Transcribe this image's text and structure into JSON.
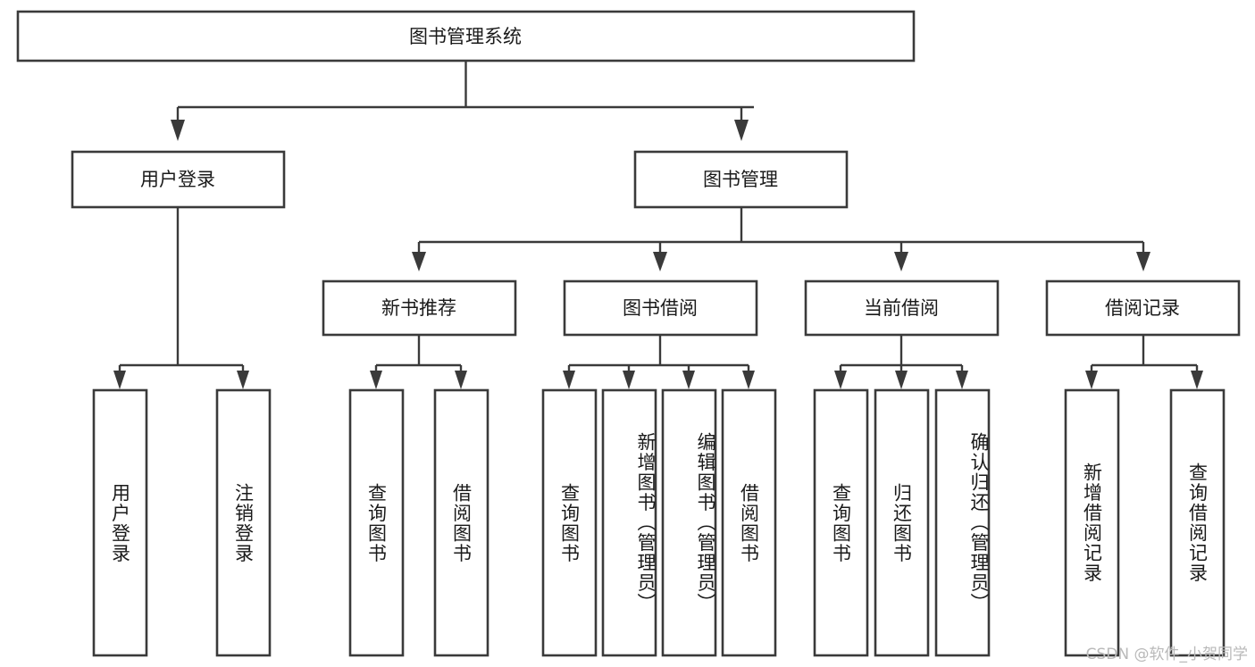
{
  "diagram": {
    "title": "图书管理系统",
    "type": "tree",
    "watermark": "CSDN @软件_小贺同学",
    "colors": {
      "box_stroke": "#3a3a3a",
      "box_fill": "#ffffff",
      "text": "#1a1a1a",
      "background": "#ffffff",
      "watermark": "#b9b9b9"
    },
    "root": {
      "id": "root",
      "label": "图书管理系统",
      "orientation": "horizontal"
    },
    "level2": [
      {
        "id": "user-login",
        "label": "用户登录",
        "orientation": "horizontal"
      },
      {
        "id": "book-manage",
        "label": "图书管理",
        "orientation": "horizontal"
      }
    ],
    "level3": [
      {
        "id": "new-book-recommend",
        "label": "新书推荐",
        "orientation": "horizontal",
        "parent": "book-manage"
      },
      {
        "id": "book-borrow",
        "label": "图书借阅",
        "orientation": "horizontal",
        "parent": "book-manage"
      },
      {
        "id": "current-borrow",
        "label": "当前借阅",
        "orientation": "horizontal",
        "parent": "book-manage"
      },
      {
        "id": "borrow-record",
        "label": "借阅记录",
        "orientation": "horizontal",
        "parent": "book-manage"
      }
    ],
    "leaves": [
      {
        "id": "leaf-user-login",
        "label": "用户登录",
        "orientation": "vertical",
        "parent": "user-login"
      },
      {
        "id": "leaf-logout",
        "label": "注销登录",
        "orientation": "vertical",
        "parent": "user-login"
      },
      {
        "id": "leaf-query-book-1",
        "label": "查询图书",
        "orientation": "vertical",
        "parent": "new-book-recommend"
      },
      {
        "id": "leaf-borrow-book-1",
        "label": "借阅图书",
        "orientation": "vertical",
        "parent": "new-book-recommend"
      },
      {
        "id": "leaf-query-book-2",
        "label": "查询图书",
        "orientation": "vertical",
        "parent": "book-borrow"
      },
      {
        "id": "leaf-add-book",
        "label": "新增图书（管理员）",
        "orientation": "vertical",
        "parent": "book-borrow"
      },
      {
        "id": "leaf-edit-book",
        "label": "编辑图书（管理员）",
        "orientation": "vertical",
        "parent": "book-borrow"
      },
      {
        "id": "leaf-borrow-book-2",
        "label": "借阅图书",
        "orientation": "vertical",
        "parent": "book-borrow"
      },
      {
        "id": "leaf-query-book-3",
        "label": "查询图书",
        "orientation": "vertical",
        "parent": "current-borrow"
      },
      {
        "id": "leaf-return-book",
        "label": "归还图书",
        "orientation": "vertical",
        "parent": "current-borrow"
      },
      {
        "id": "leaf-confirm-return",
        "label": "确认归还（管理员）",
        "orientation": "vertical",
        "parent": "current-borrow"
      },
      {
        "id": "leaf-add-record",
        "label": "新增借阅记录",
        "orientation": "vertical",
        "parent": "borrow-record"
      },
      {
        "id": "leaf-query-record",
        "label": "查询借阅记录",
        "orientation": "vertical",
        "parent": "borrow-record"
      }
    ]
  }
}
